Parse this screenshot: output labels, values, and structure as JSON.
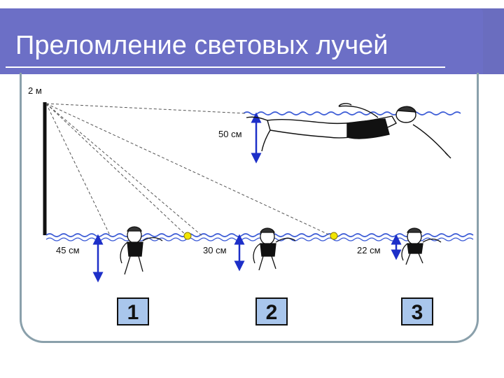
{
  "title": "Преломление световых лучей",
  "labels": {
    "tower_height": "2 м",
    "top_depth": "50 см",
    "depth_1": "45 см",
    "depth_2": "30 см",
    "depth_3": "22 см"
  },
  "boxes": [
    "1",
    "2",
    "3"
  ],
  "colors": {
    "header": "#6c6fc6",
    "water": "#3b5bd6",
    "arrow": "#1d2fc8",
    "marker": "#f2e600",
    "frame": "#8aa0ab"
  },
  "icons": [
    "swimmer-horizontal",
    "swimmer-front",
    "yellow-marker",
    "double-arrow"
  ]
}
